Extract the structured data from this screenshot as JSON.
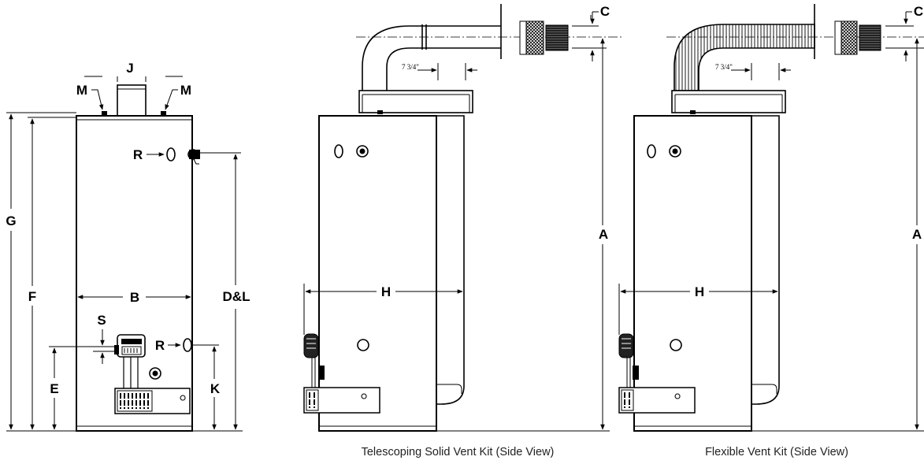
{
  "front_view": {
    "labels": {
      "J": "J",
      "M_left": "M",
      "M_right": "M",
      "R_top": "R",
      "R_bottom": "R",
      "G": "G",
      "F": "F",
      "B": "B",
      "DL": "D&L",
      "S": "S",
      "E": "E",
      "K": "K"
    }
  },
  "telescoping_view": {
    "caption": "Telescoping Solid Vent Kit (Side View)",
    "labels": {
      "C": "C",
      "A": "A",
      "H": "H",
      "dim": "7 3/4\""
    }
  },
  "flexible_view": {
    "caption": "Flexible Vent Kit (Side View)",
    "labels": {
      "C": "C",
      "A": "A",
      "H": "H",
      "dim": "7 3/4\""
    }
  }
}
